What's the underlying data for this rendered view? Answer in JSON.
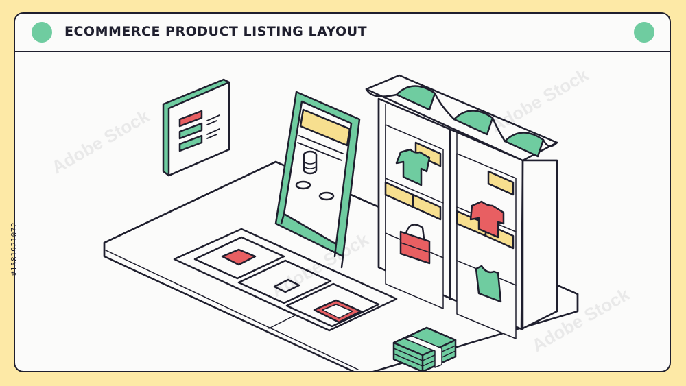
{
  "header": {
    "title": "ECOMMERCE PRODUCT LISTING LAYOUT"
  },
  "watermark_text": "Adobe Stock",
  "stock_id": "#1581921072",
  "colors": {
    "background": "#fde9a6",
    "panel": "#fbfbfa",
    "outline": "#1f1f2e",
    "green": "#6fcca0",
    "red": "#e85f62",
    "yellow": "#f7df8f"
  },
  "icons": [
    "window-dot-icon",
    "shirt-icon",
    "tshirt-icon",
    "tank-top-icon",
    "bag-icon",
    "coin-stack-icon",
    "cash-stack-icon",
    "card-icon"
  ]
}
